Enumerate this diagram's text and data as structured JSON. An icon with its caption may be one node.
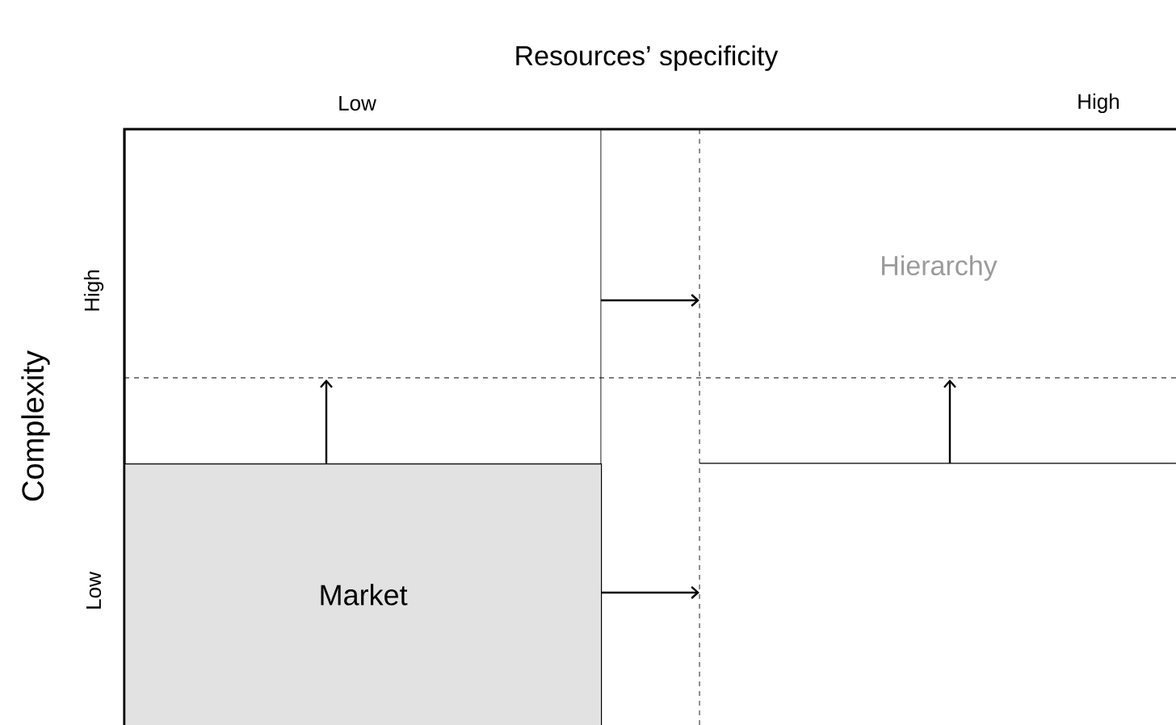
{
  "diagram": {
    "title": "Resources’ specificity",
    "nodes": [
      {
        "text": [
          "Market"
        ]
      }
    ],
    "labels": [
      "Low",
      "High",
      "Complexity",
      "High",
      "Low",
      "Hierarchy"
    ]
  }
}
